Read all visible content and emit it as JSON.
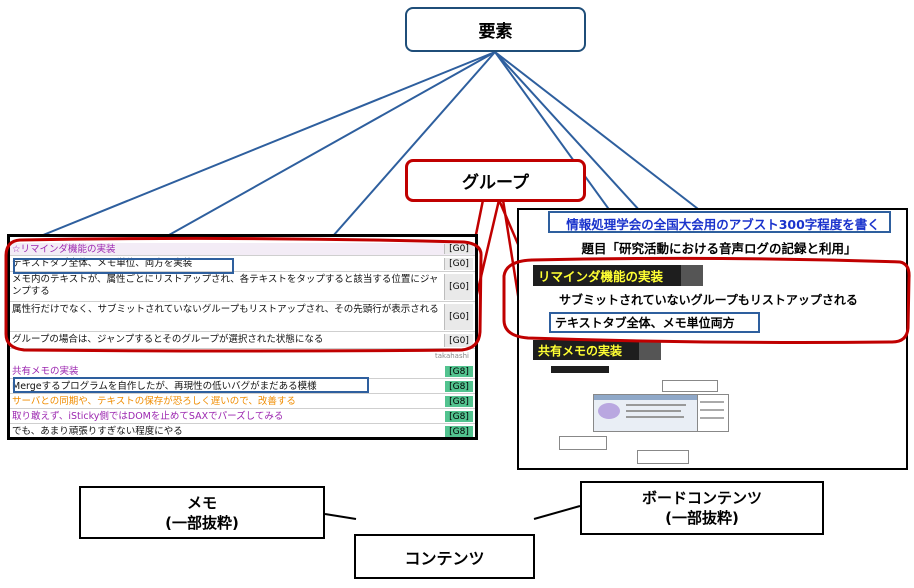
{
  "nodes": {
    "element": "要素",
    "group": "グループ",
    "memo": "メモ\n(一部抜粋)",
    "board": "ボードコンテンツ\n(一部抜粋)",
    "contents": "コンテンツ"
  },
  "memo": {
    "rows": [
      {
        "text": "☆リマインダ機能の実装",
        "tag": "[G0]"
      },
      {
        "text": "テキストタブ全体、メモ単位、両方を実装",
        "tag": "[G0]"
      },
      {
        "text": "メモ内のテキストが、属性ごとにリストアップされ、各テキストをタップすると該当する位置にジャンプする",
        "tag": "[G0]"
      },
      {
        "text": "属性行だけでなく、サブミットされていないグループもリストアップされ、その先頭行が表示される",
        "tag": "[G0]"
      },
      {
        "text": "グループの場合は、ジャンプするとそのグループが選択された状態になる",
        "tag": "[G0]"
      }
    ],
    "author": "takahashi",
    "rows2": [
      {
        "text": "共有メモの実装",
        "tag": "[G8]"
      },
      {
        "text": "Mergeするプログラムを自作したが、再現性の低いバグがまだある模様",
        "tag": "[G8]"
      },
      {
        "text": "サーバとの同期や、テキストの保存が恐ろしく遅いので、改善する",
        "tag": "[G8]"
      },
      {
        "text": "取り敢えず、iSticky側ではDOMを止めてSAXでパーズしてみる",
        "tag": "[G8]"
      },
      {
        "text": "でも、あまり頑張りすぎない程度にやる",
        "tag": "[G8]"
      }
    ]
  },
  "board": {
    "title": "情報処理学会の全国大会用のアブスト300字程度を書く",
    "subtitle": "題目「研究活動における音声ログの記録と利用」",
    "heading1": "リマインダ機能の実装",
    "line1": "サブミットされていないグループもリストアップされる",
    "line2": "テキストタブ全体、メモ単位両方",
    "heading2": "共有メモの実装"
  },
  "colors": {
    "blue_border": "#1f4e79",
    "red_border": "#c00000",
    "connector": "#2e5f9e",
    "tag_green": "#52c38f",
    "purple_text": "#9c27b0",
    "orange_text": "#f08c00",
    "board_title": "#1a33cc"
  }
}
